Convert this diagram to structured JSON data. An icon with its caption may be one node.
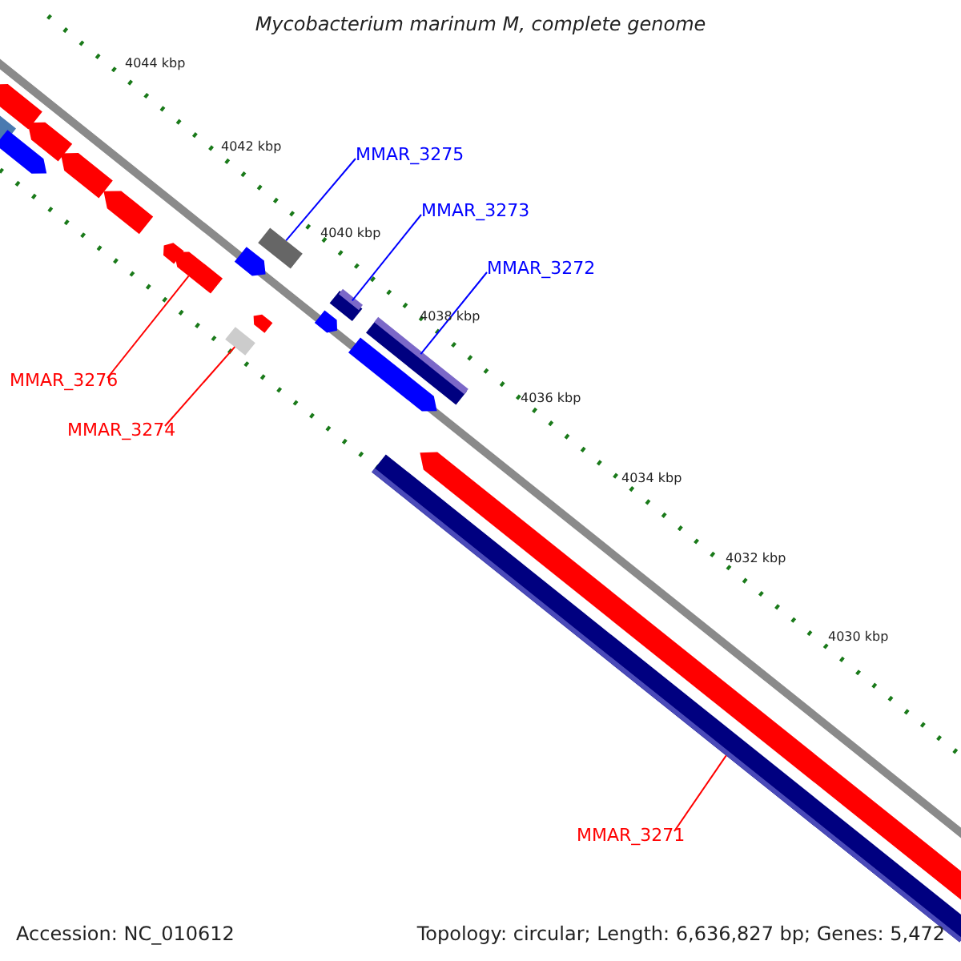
{
  "diagram": {
    "title": "Mycobacterium marinum M, complete genome",
    "nodes": [
      {
        "text": [
          "MMAR_3275"
        ]
      },
      {
        "text": [],
        "shape": "box"
      },
      {
        "text": [
          "MMAR_3273"
        ]
      },
      {
        "text": [],
        "shape": "box"
      },
      {
        "text": [
          "MMAR_3272"
        ]
      },
      {
        "text": [],
        "shape": "box"
      },
      {
        "text": [
          "MMAR_3276"
        ]
      },
      {
        "text": [],
        "shape": "box"
      },
      {
        "text": [
          "MMAR_3274"
        ]
      },
      {
        "text": [],
        "shape": "box"
      },
      {
        "text": [
          "MMAR_3271"
        ]
      },
      {
        "text": [],
        "shape": "bar"
      }
    ],
    "edges": [
      {
        "from": 0,
        "to": 1,
        "arrow": "none"
      },
      {
        "from": 2,
        "to": 3,
        "arrow": "none"
      },
      {
        "from": 4,
        "to": 5,
        "arrow": "none"
      },
      {
        "from": 6,
        "to": 7,
        "arrow": "none",
        "color": "#ff0000"
      },
      {
        "from": 8,
        "to": 9,
        "arrow": "none",
        "color": "#ff0000"
      },
      {
        "from": 10,
        "to": 11,
        "arrow": "none",
        "color": "#ff0000"
      }
    ],
    "labels": [
      "4044 kbp",
      "4042 kbp",
      "4040 kbp",
      "4038 kbp",
      "4036 kbp",
      "4034 kbp",
      "4032 kbp",
      "4030 kbp",
      "Accession: NC_010612",
      "Topology: circular; Length: 6,636,827 bp; Genes: 5,472"
    ]
  }
}
